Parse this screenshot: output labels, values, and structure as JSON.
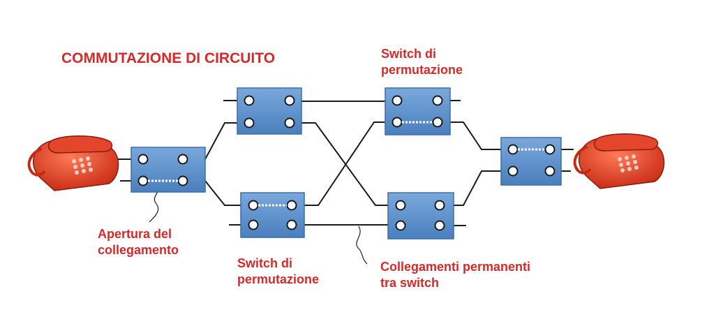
{
  "title": "COMMUTAZIONE DI CIRCUITO",
  "labels": {
    "switch_top_right": [
      "Switch di",
      "permutazione"
    ],
    "apertura": [
      "Apertura del",
      "collegamento"
    ],
    "switch_bottom_mid": [
      "Switch di",
      "permutazione"
    ],
    "collegamenti": [
      "Collegamenti permanenti",
      "tra switch"
    ]
  },
  "colors": {
    "label_red": "#d42a2a",
    "switch_fill": "#5b8fc9",
    "switch_border": "#3a6ea8",
    "line": "#1a1a1a",
    "phone_red": "#d9341f"
  },
  "icons": [
    "telephone-icon",
    "switch-box"
  ]
}
